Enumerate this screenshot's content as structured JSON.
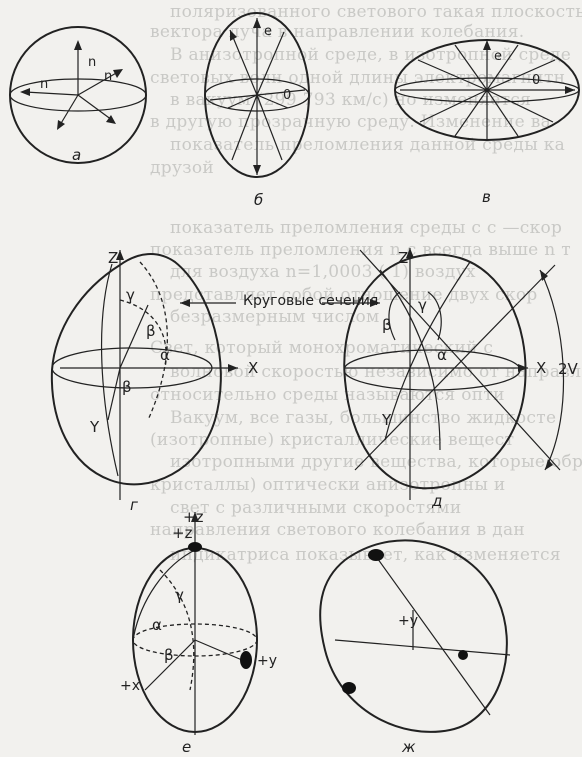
{
  "background_text": [
    "поляризованного светового такая плоскость",
    "вектора луча в направлении колебания.",
    "В анизотропной среде, в изотропной среде",
    "световых волн одной длины электромагнитн",
    "в вакуум (299 793 км/с) но изменяется",
    "в другую прозрачную среду. Изменение ва",
    "показатель преломления данной среды ка",
    "друзой",
    "показатель преломления среды с с —скор",
    "показатель преломления n с всегда выше n т",
    "для воздуха n=1,0003 ( 1) воздух",
    "представляет собой отношение двух скор",
    "безразмерным числом",
    "Свет, который монохроматический с",
    "волновой скоростью независимо от направлени",
    "относительно среды называются опти",
    "Вакуум, все газы, большинство жидкосте",
    "(изотропные) кристаллические вещест",
    "изотропными другие вещества, которые обра",
    "кристаллы) оптически анизотропны и",
    "свет с различными скоростями",
    "направления светового колебания в дан",
    "индикатриса показывает, как изменяется"
  ],
  "labels": {
    "a": "а",
    "b": "б",
    "v": "в",
    "g": "г",
    "d": "д",
    "e": "е",
    "zh": "ж",
    "n": "n",
    "o": "0",
    "e_ray": "e",
    "z": "Z",
    "x": "X",
    "y": "Y",
    "alpha": "α",
    "beta": "β",
    "gamma": "γ",
    "two_v": "2V",
    "plus_z": "+z",
    "plus_y": "+y",
    "plus_x": "+x",
    "circular_sections": "Круговые сечения"
  }
}
